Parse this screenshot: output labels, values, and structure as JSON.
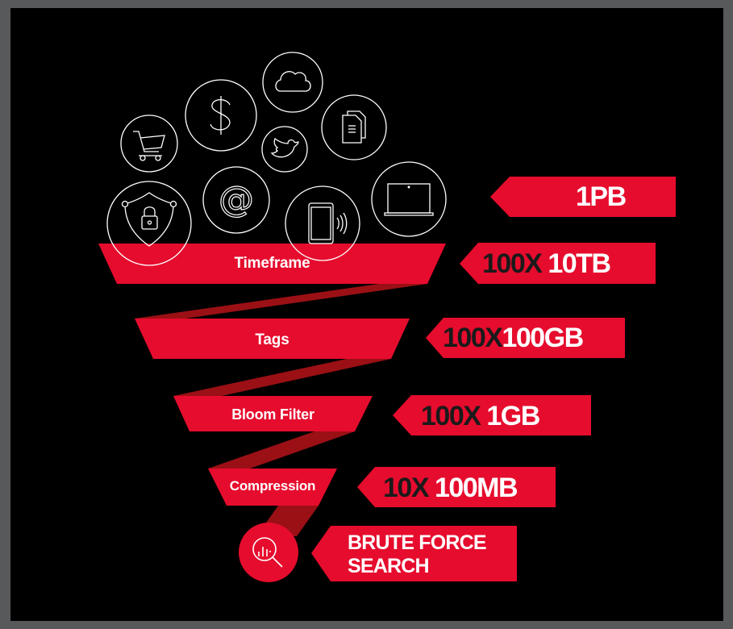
{
  "diagram": {
    "title": "",
    "colors": {
      "frame": "#58595b",
      "background": "#000000",
      "accent_red": "#e60c2d",
      "ribbon_dark_red": "#9a1015",
      "icon_stroke": "#ffffff",
      "multiplier_text": "#1a1a1a",
      "size_text": "#ffffff"
    },
    "data_source_icons": [
      {
        "name": "shopping-cart-icon"
      },
      {
        "name": "dollar-icon"
      },
      {
        "name": "cloud-icon"
      },
      {
        "name": "documents-icon"
      },
      {
        "name": "twitter-bird-icon"
      },
      {
        "name": "security-shield-lock-icon"
      },
      {
        "name": "email-at-icon"
      },
      {
        "name": "mobile-phone-icon"
      },
      {
        "name": "laptop-icon"
      }
    ],
    "funnel_stages": [
      {
        "label": "Timeframe"
      },
      {
        "label": "Tags"
      },
      {
        "label": "Bloom Filter"
      },
      {
        "label": "Compression"
      }
    ],
    "final_stage": {
      "icon": "magnifier-chart-icon",
      "label_line1": "BRUTE FORCE",
      "label_line2": "SEARCH"
    },
    "size_callouts": [
      {
        "multiplier": "",
        "size": "1PB"
      },
      {
        "multiplier": "100X",
        "size": "10TB"
      },
      {
        "multiplier": "100X",
        "size": "100GB"
      },
      {
        "multiplier": "100X",
        "size": "1GB"
      },
      {
        "multiplier": "10X",
        "size": "100MB"
      }
    ]
  }
}
